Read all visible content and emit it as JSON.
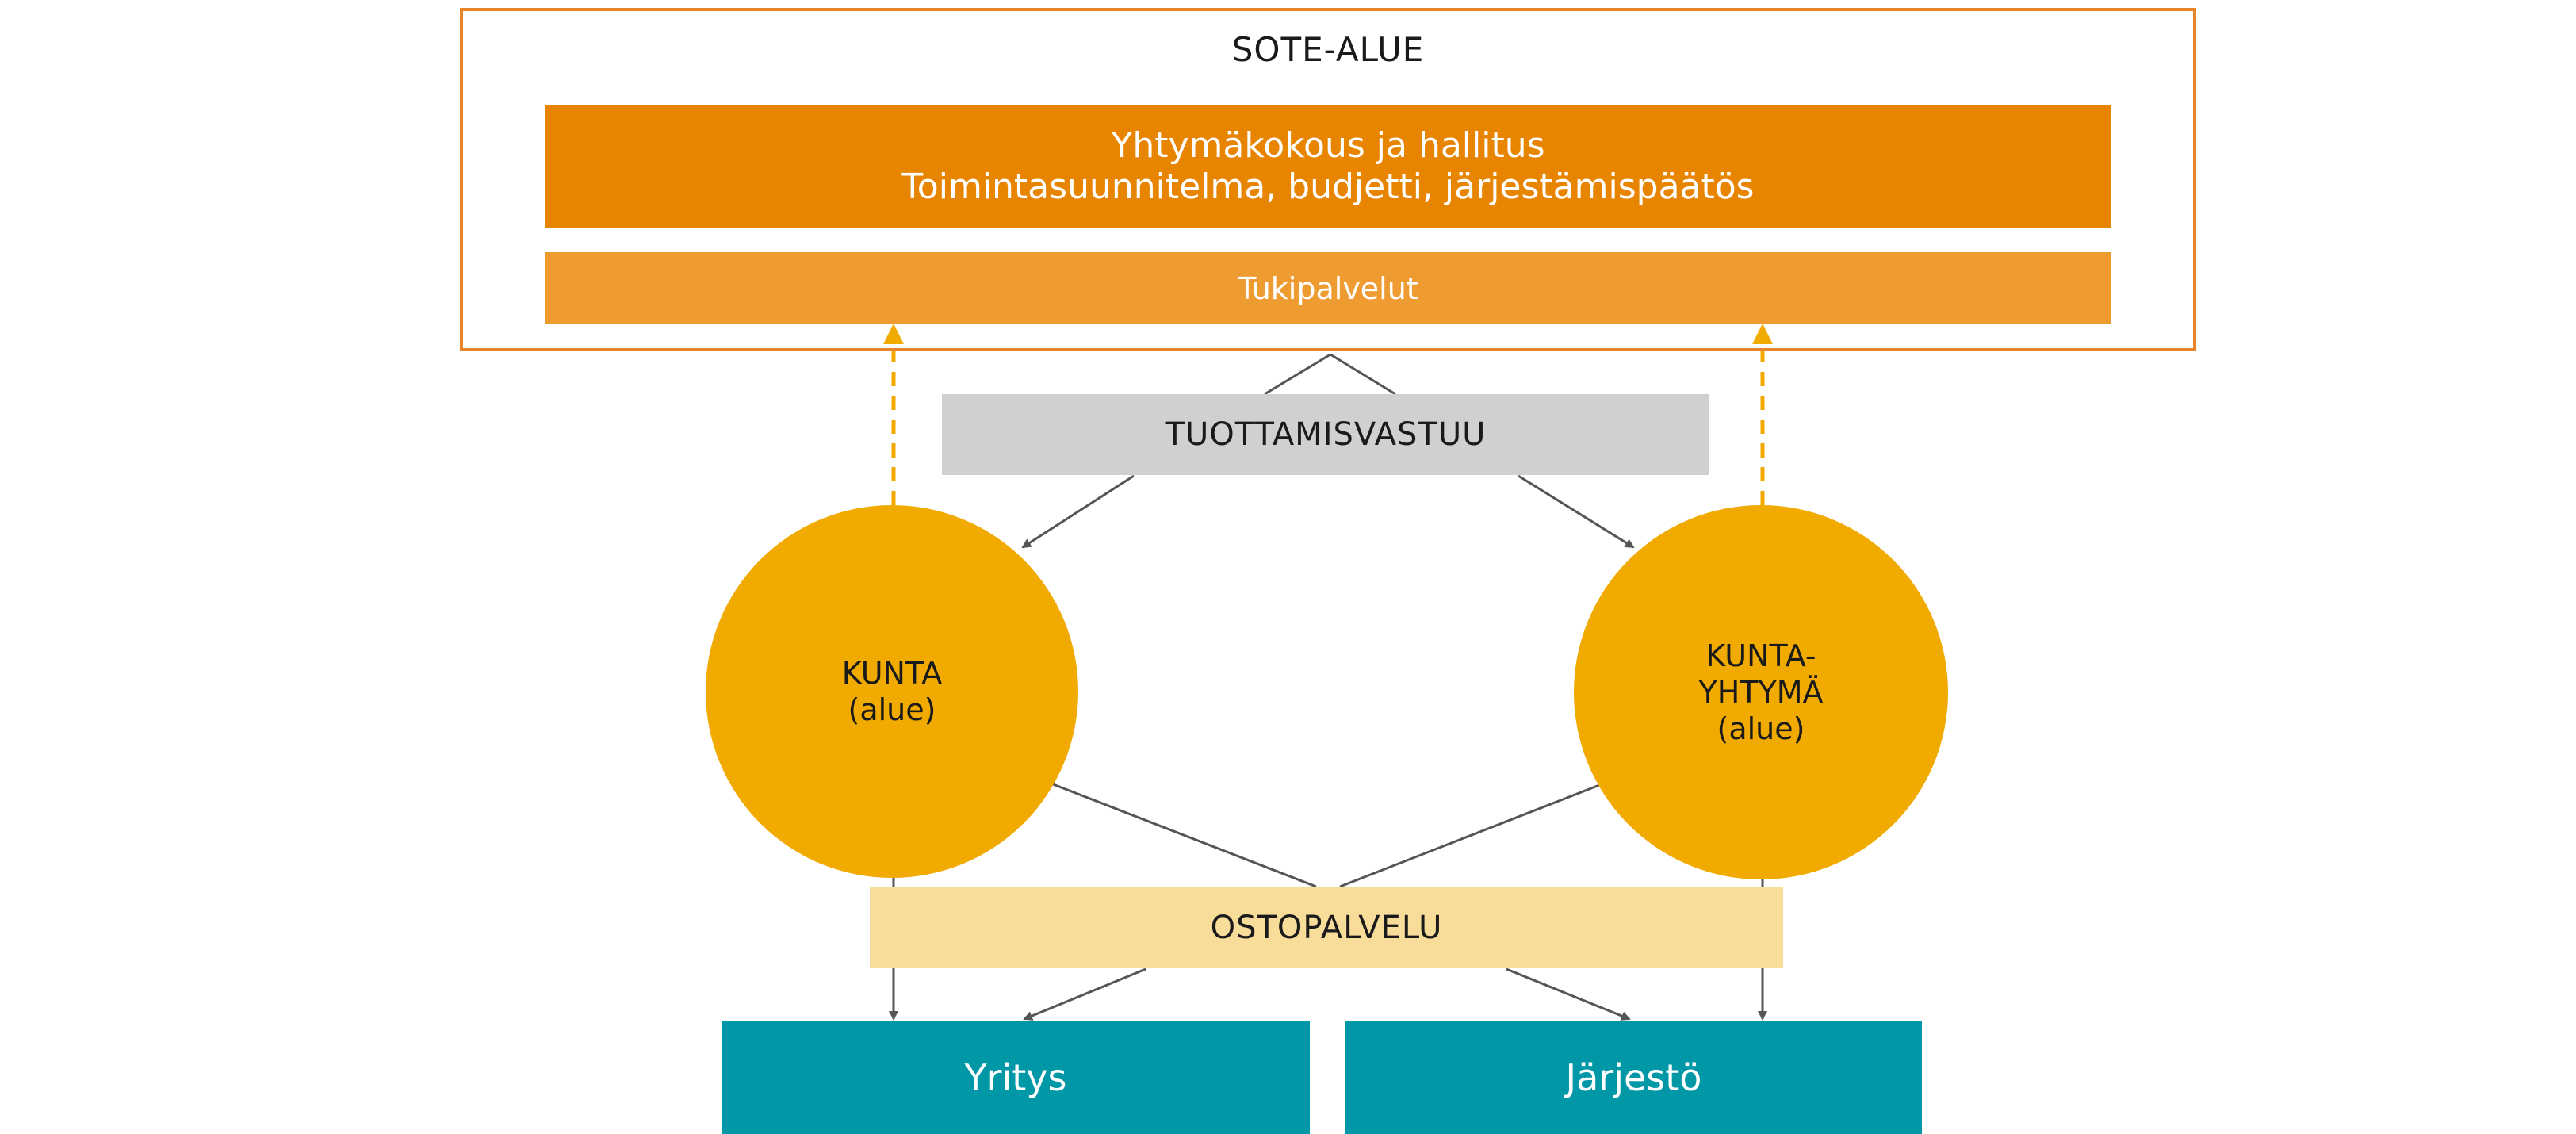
{
  "diagram": {
    "sote_alue": {
      "title": "SOTE-ALUE"
    },
    "board": {
      "line1": "Yhtymäkokous ja hallitus",
      "line2": "Toimintasuunnitelma, budjetti, järjestämispäätös"
    },
    "support": {
      "label": "Tukipalvelut"
    },
    "production_responsibility": {
      "label": "TUOTTAMISVASTUU"
    },
    "kunta": {
      "line1": "KUNTA",
      "line2": "(alue)"
    },
    "kuntayhtyma": {
      "line1": "KUNTA-",
      "line2": "YHTYMÄ",
      "line3": "(alue)"
    },
    "purchased_service": {
      "label": "OSTOPALVELU"
    },
    "yritys": {
      "label": "Yritys"
    },
    "jarjesto": {
      "label": "Järjestö"
    }
  },
  "colors": {
    "frame_border": "#e8852a",
    "board": "#e88500",
    "support": "#ee9c32",
    "production": "#d0d0d0",
    "circles": "#f0aa00",
    "purchased": "#f8dc9a",
    "providers": "#0097a7",
    "connector": "#555555",
    "dashed_arrow": "#f0aa00"
  }
}
